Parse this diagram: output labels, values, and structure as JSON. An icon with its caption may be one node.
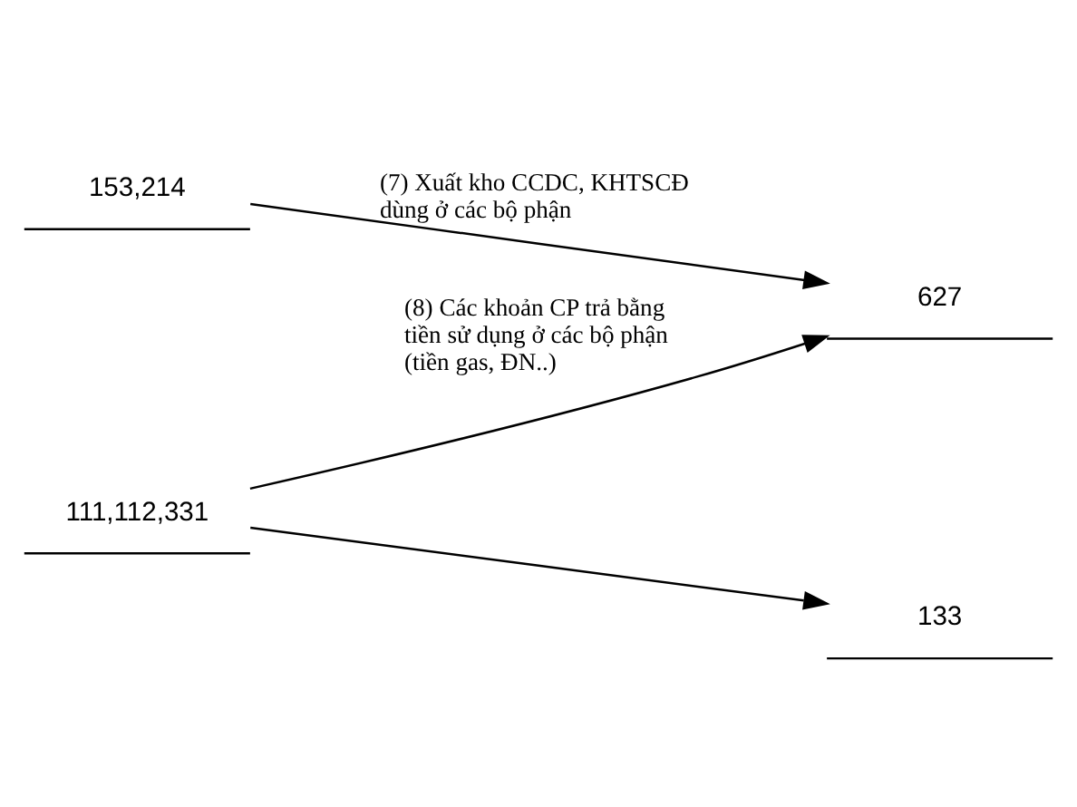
{
  "diagram": {
    "nodes": [
      {
        "text": [
          "153,214"
        ]
      },
      {
        "text": [
          "627"
        ]
      },
      {
        "text": [
          "111,112,331"
        ]
      },
      {
        "text": [
          "133"
        ]
      }
    ],
    "edges": [
      {
        "from": 0,
        "to": 1,
        "arrow": "to",
        "label": "(7) Xuất kho CCDC, KHTSCĐ dùng ở các bộ phận"
      },
      {
        "from": 2,
        "to": 1,
        "arrow": "to",
        "label": "(8) Các khoản CP trả bằng tiền sử dụng ở các bộ phận (tiền gas, ĐN..)"
      },
      {
        "from": 2,
        "to": 3,
        "arrow": "to"
      }
    ]
  }
}
